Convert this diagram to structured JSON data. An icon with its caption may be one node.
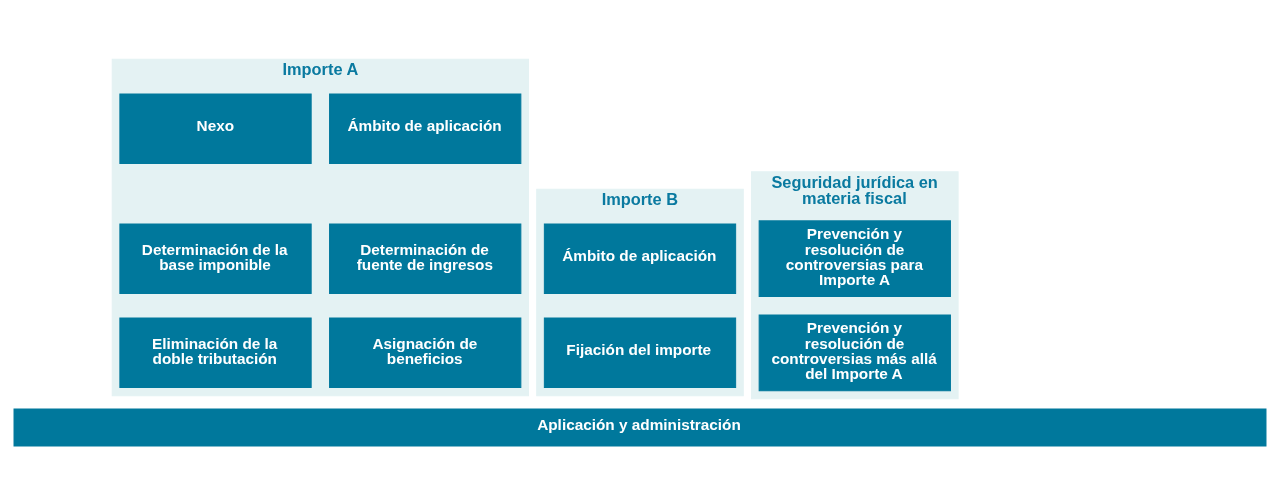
{
  "diagram": {
    "nodes": [
      {
        "text": [
          "Importe A"
        ]
      },
      {
        "text": [
          "Ámbito de aplicación"
        ],
        "in": 0
      },
      {
        "text": [
          "Nexo"
        ],
        "in": 0
      },
      {
        "text": [
          "Determinación de fuente de ingresos"
        ],
        "in": 0
      },
      {
        "text": [
          "Determinación de la base imponible"
        ],
        "in": 0
      },
      {
        "text": [
          "Asignación de beneficios"
        ],
        "in": 0
      },
      {
        "text": [
          "Eliminación de la doble tributación"
        ],
        "in": 0
      },
      {
        "text": [
          "Importe B"
        ]
      },
      {
        "text": [
          "Ámbito de aplicación"
        ],
        "in": 7
      },
      {
        "text": [
          "Fijación del importe"
        ],
        "in": 7
      },
      {
        "text": [
          "Seguridad jurídica en materia fiscal"
        ]
      },
      {
        "text": [
          "Prevención y resolución de controversias para Importe A"
        ],
        "in": 10
      },
      {
        "text": [
          "Prevención y resolución de controversias más allá del Importe A"
        ],
        "in": 10
      },
      {
        "text": [
          "Aplicación y administración"
        ]
      }
    ],
    "edges": []
  }
}
